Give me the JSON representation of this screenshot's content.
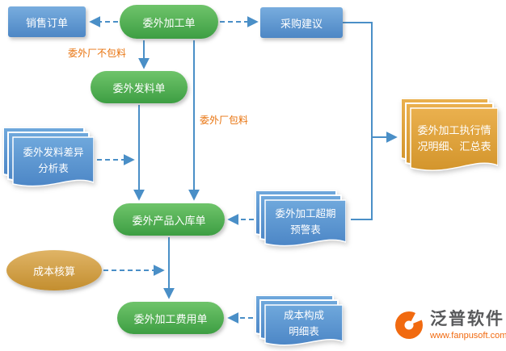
{
  "nodes": {
    "sales_order": {
      "label": "销售订单"
    },
    "outsourcing_order": {
      "label": "委外加工单"
    },
    "purchase_suggestion": {
      "label": "采购建议"
    },
    "material_issue_order": {
      "label": "委外发料单"
    },
    "material_issue_diff_report": {
      "lines": [
        "委外发料差异",
        "分析表"
      ]
    },
    "product_inbound_order": {
      "label": "委外产品入库单"
    },
    "overdue_warning_report": {
      "lines": [
        "委外加工超期",
        "预警表"
      ]
    },
    "execution_report": {
      "lines": [
        "委外加工执行情",
        "况明细、汇总表"
      ]
    },
    "cost_accounting": {
      "label": "成本核算"
    },
    "processing_fee_order": {
      "label": "委外加工费用单"
    },
    "cost_composition_report": {
      "lines": [
        "成本构成",
        "明细表"
      ]
    }
  },
  "edge_labels": {
    "factory_no_material": "委外厂不包料",
    "factory_with_material": "委外厂包料"
  },
  "logo": {
    "brand": "泛普软件",
    "website": "www.fanpusoft.com"
  },
  "colors": {
    "process_green": "#4caf50",
    "data_blue": "#5b9bd5",
    "report_orange": "#e0a73e",
    "arrow_blue": "#4a8fc7",
    "label_orange": "#e8720c"
  }
}
